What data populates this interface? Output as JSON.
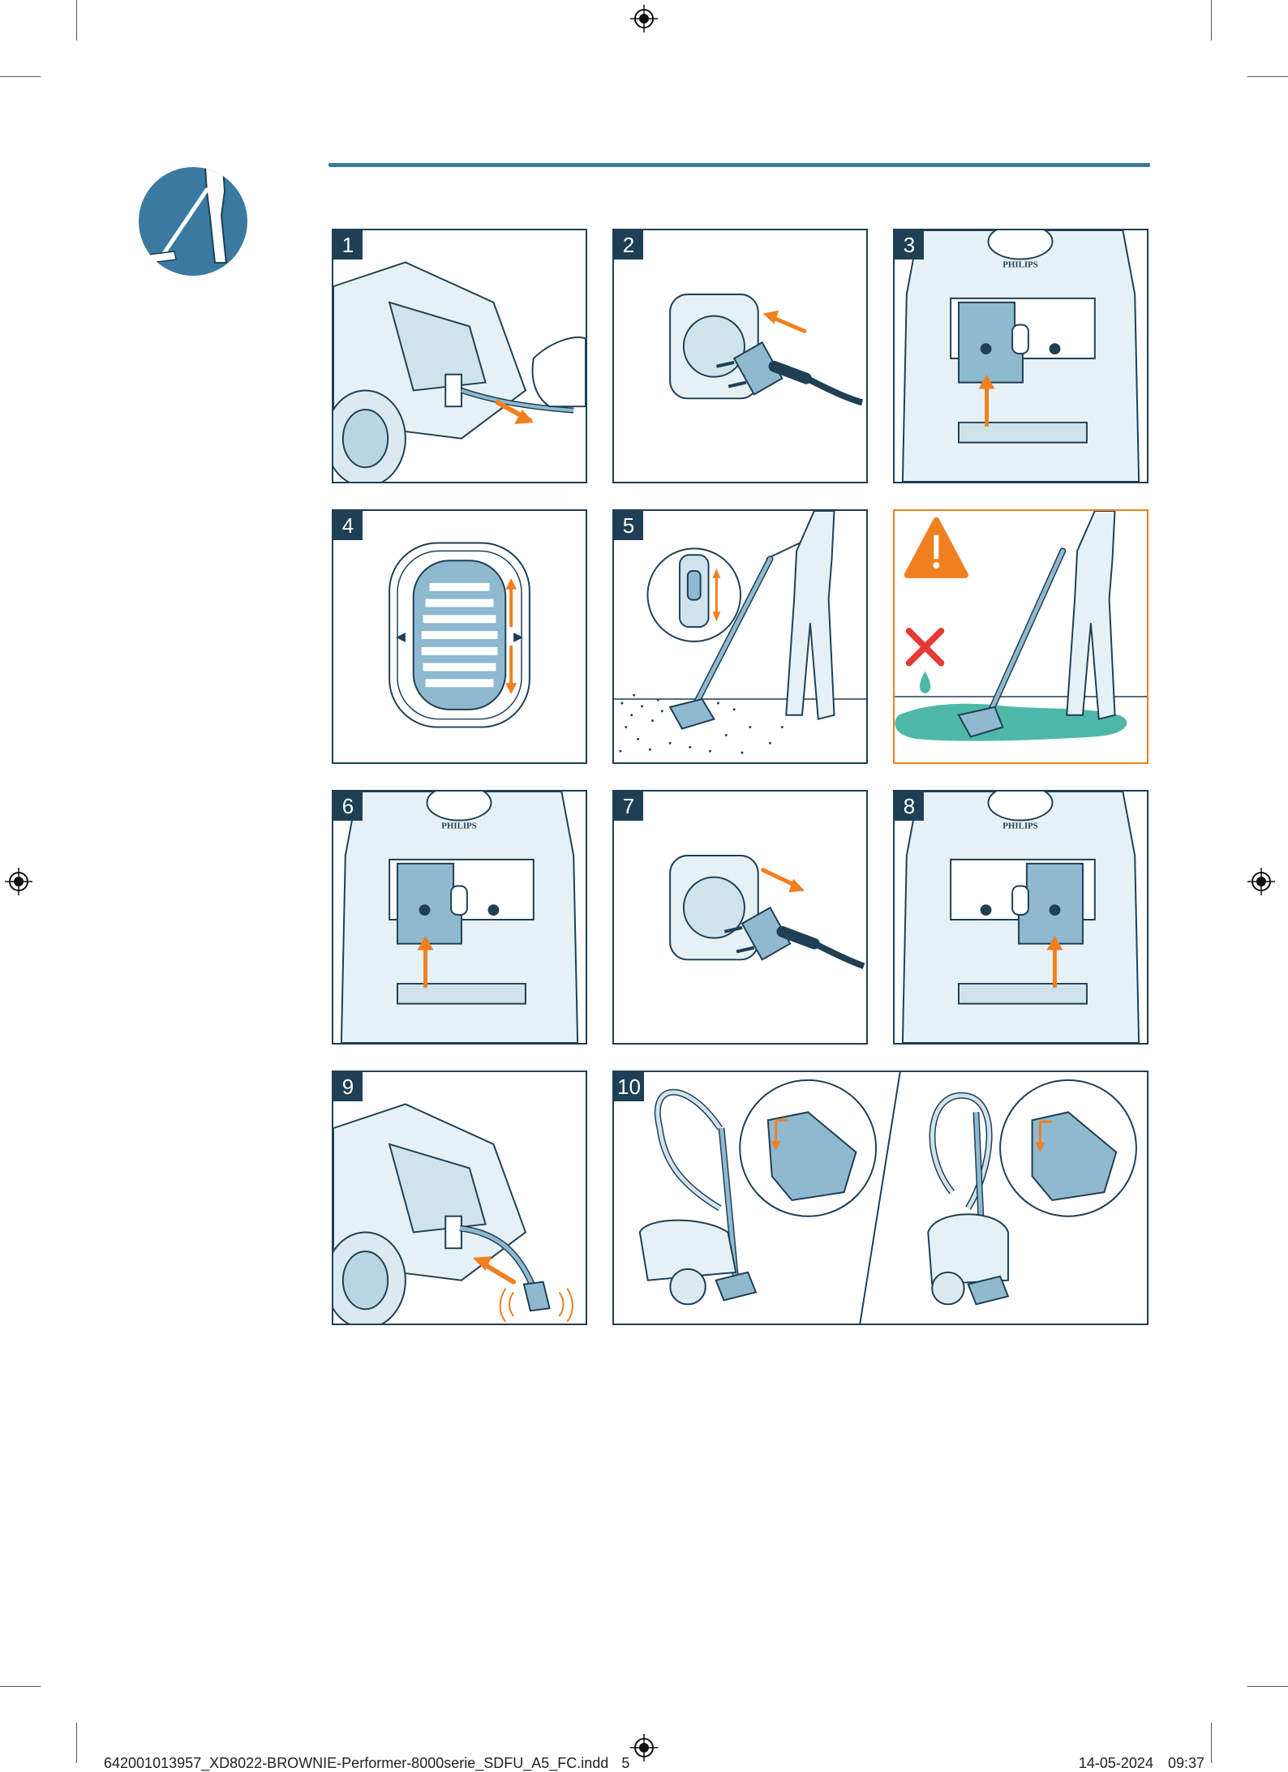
{
  "brand": "PHILIPS",
  "colors": {
    "accent_blue": "#3a7aa1",
    "outline": "#1f3f55",
    "fill_light": "#e6f1f6",
    "fill_mid": "#8fb9cf",
    "orange": "#f07f1e",
    "red": "#e53935",
    "water": "#4db8a8"
  },
  "badge": {
    "icon": "vacuuming-person-icon"
  },
  "steps": [
    {
      "label": "1",
      "icon": "pull-cord-icon"
    },
    {
      "label": "2",
      "icon": "plug-into-socket-icon"
    },
    {
      "label": "3",
      "icon": "power-switch-on-icon"
    },
    {
      "label": "4",
      "icon": "power-control-slider-icon"
    },
    {
      "label": "5",
      "icon": "telescopic-tube-adjust-icon"
    },
    {
      "label": "",
      "icon": "warning-no-wet-surface-icon"
    },
    {
      "label": "6",
      "icon": "power-switch-off-icon"
    },
    {
      "label": "7",
      "icon": "unplug-from-socket-icon"
    },
    {
      "label": "8",
      "icon": "cord-rewind-button-icon"
    },
    {
      "label": "9",
      "icon": "cord-rewinding-icon"
    },
    {
      "label": "10",
      "icon": "storage-park-position-icon"
    }
  ],
  "footer": {
    "file": "642001013957_XD8022-BROWNIE-Performer-8000serie_SDFU_A5_FC.indd",
    "page": "5",
    "date": "14-05-2024",
    "time": "09:37"
  }
}
